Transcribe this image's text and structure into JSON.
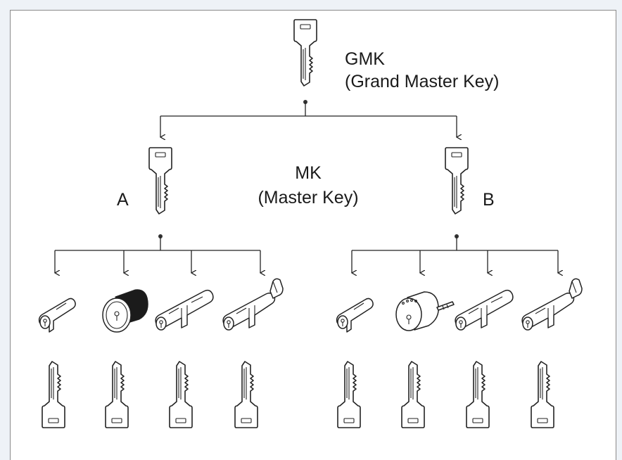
{
  "top_key": {
    "line1": "GMK",
    "line2": "(Grand Master Key)"
  },
  "master": {
    "line1": "MK",
    "line2": "(Master Key)"
  },
  "groups": [
    {
      "label": "A",
      "cylinders": [
        "euro-half-cylinder",
        "mortise-cylinder",
        "euro-double-cylinder",
        "euro-thumbturn-cylinder"
      ]
    },
    {
      "label": "B",
      "cylinders": [
        "euro-half-cylinder",
        "rim-cylinder",
        "euro-double-cylinder",
        "euro-thumbturn-cylinder"
      ]
    }
  ],
  "icons": {
    "key": "key-icon",
    "arrow": "arrow-down-icon"
  },
  "colors": {
    "line": "#222222",
    "background": "#ffffff",
    "page": "#eef2f7",
    "frame_border": "#8a8a8a"
  }
}
